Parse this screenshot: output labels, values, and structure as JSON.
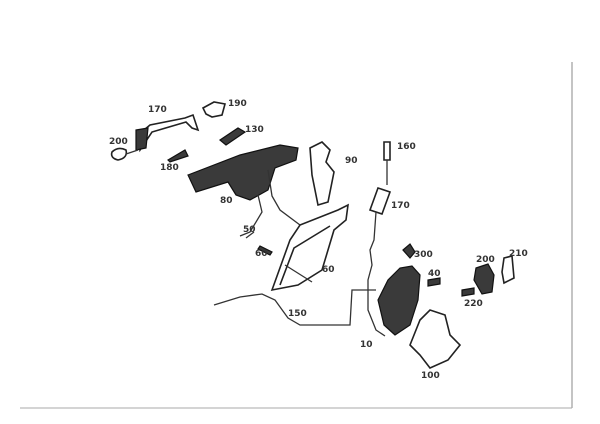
{
  "diagram": {
    "title": "Door lock and handle parts exploded view",
    "callouts": [
      {
        "id": "c170a",
        "text": "170"
      },
      {
        "id": "c190",
        "text": "190"
      },
      {
        "id": "c200a",
        "text": "200"
      },
      {
        "id": "c130",
        "text": "130"
      },
      {
        "id": "c180",
        "text": "180"
      },
      {
        "id": "c80",
        "text": "80"
      },
      {
        "id": "c90",
        "text": "90"
      },
      {
        "id": "c160",
        "text": "160"
      },
      {
        "id": "c170b",
        "text": "170"
      },
      {
        "id": "c50",
        "text": "50"
      },
      {
        "id": "c60a",
        "text": "60"
      },
      {
        "id": "c60b",
        "text": "60"
      },
      {
        "id": "c300",
        "text": "300"
      },
      {
        "id": "c40",
        "text": "40"
      },
      {
        "id": "c200b",
        "text": "200"
      },
      {
        "id": "c210",
        "text": "210"
      },
      {
        "id": "c220",
        "text": "220"
      },
      {
        "id": "c150",
        "text": "150"
      },
      {
        "id": "c10",
        "text": "10"
      },
      {
        "id": "c100",
        "text": "100"
      }
    ]
  }
}
